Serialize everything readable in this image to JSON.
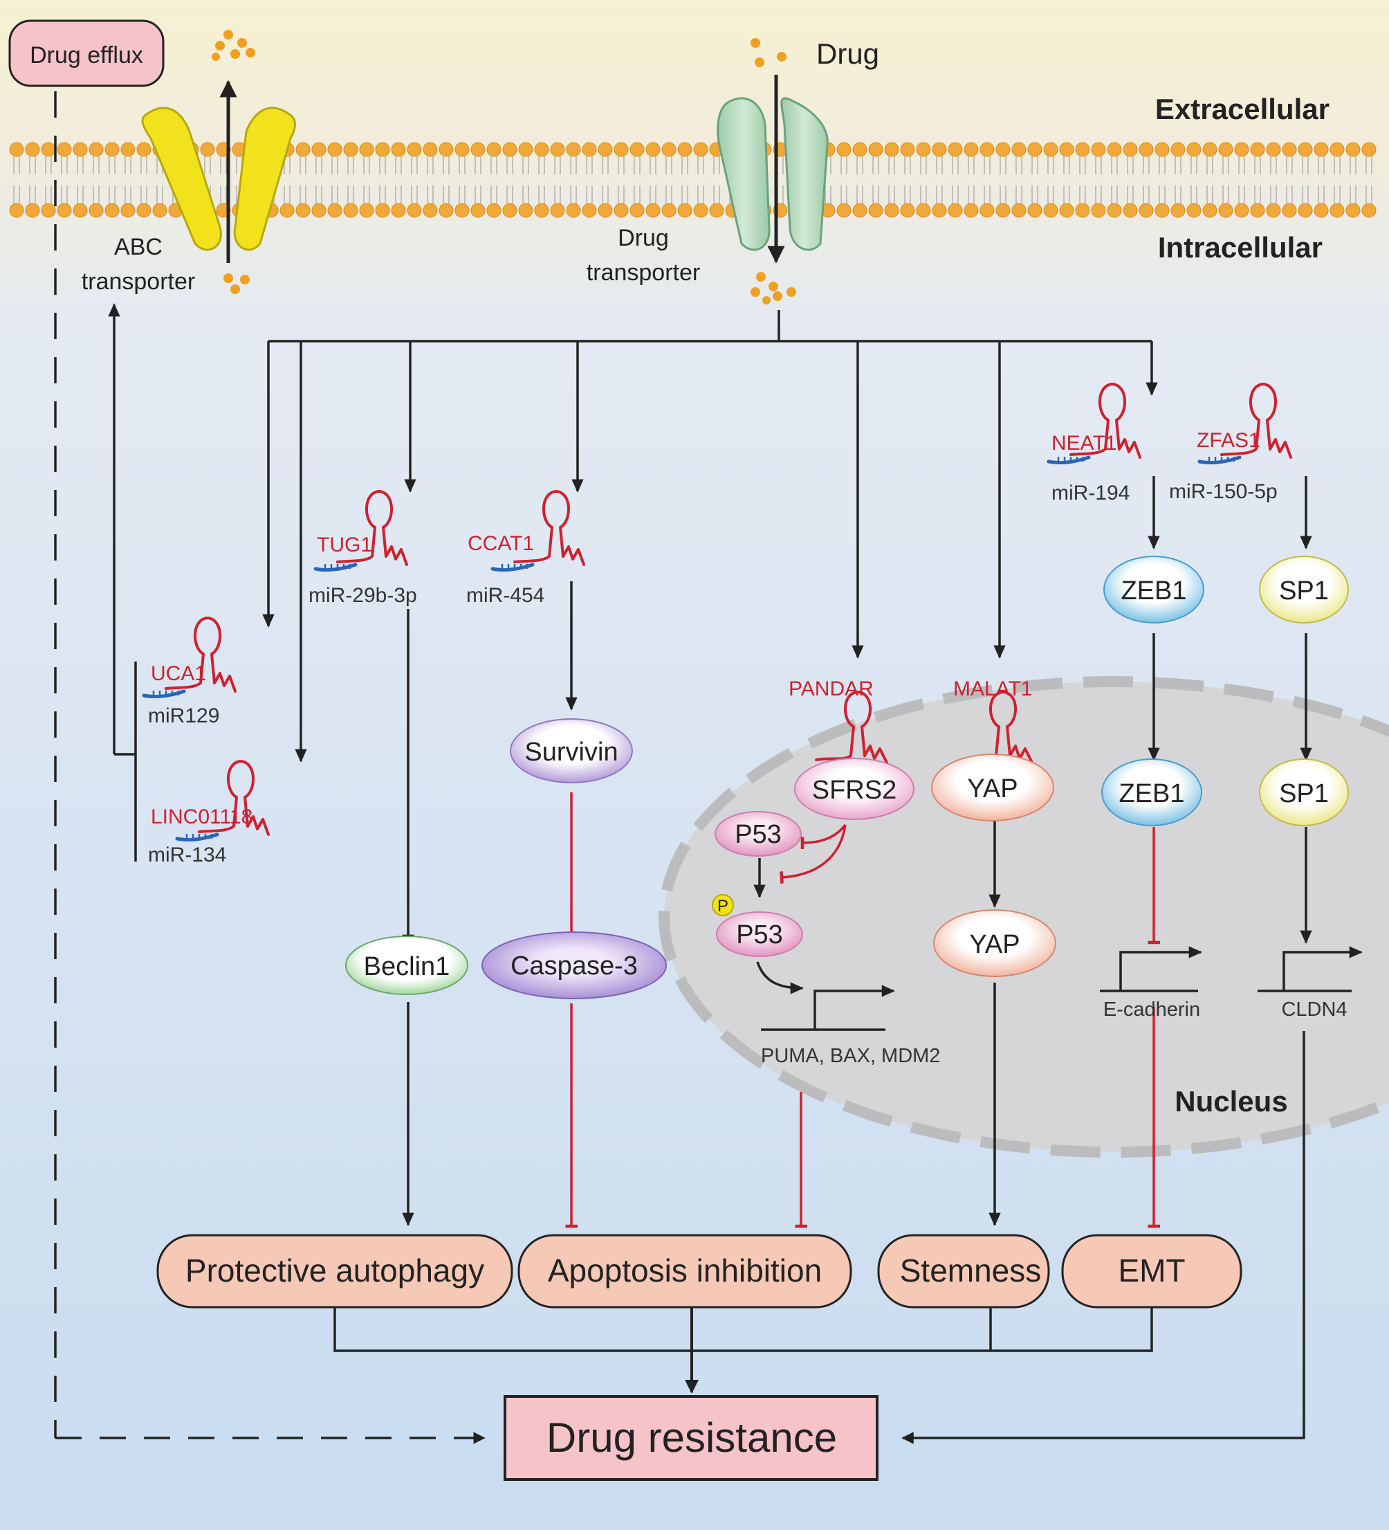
{
  "labels": {
    "drug_efflux": "Drug efflux",
    "drug": "Drug",
    "extracellular": "Extracellular",
    "intracellular": "Intracellular",
    "abc_transporter_1": "ABC",
    "abc_transporter_2": "transporter",
    "drug_transporter_1": "Drug",
    "drug_transporter_2": "transporter",
    "nucleus": "Nucleus"
  },
  "lncrnas": {
    "uca1": "UCA1",
    "linc01118": "LINC01118",
    "tug1": "TUG1",
    "ccat1": "CCAT1",
    "pandar": "PANDAR",
    "malat1": "MALAT1",
    "neat1": "NEAT1",
    "zfas1": "ZFAS1"
  },
  "mirnas": {
    "mir129": "miR129",
    "mir134": "miR-134",
    "mir29b": "miR-29b-3p",
    "mir454": "miR-454",
    "mir194": "miR-194",
    "mir150": "miR-150-5p"
  },
  "proteins": {
    "beclin1": "Beclin1",
    "survivin": "Survivin",
    "caspase3": "Caspase-3",
    "sfrs2": "SFRS2",
    "p53": "P53",
    "p53_phos": "P53",
    "phospho": "P",
    "yap_top": "YAP",
    "yap_bottom": "YAP",
    "zeb1_top": "ZEB1",
    "zeb1_bottom": "ZEB1",
    "sp1_top": "SP1",
    "sp1_bottom": "SP1"
  },
  "genes": {
    "p53_targets": "PUMA, BAX, MDM2",
    "ecadherin": "E-cadherin",
    "cldn4": "CLDN4"
  },
  "outcomes": {
    "protective_autophagy": "Protective autophagy",
    "apoptosis_inhibition": "Apoptosis inhibition",
    "stemness": "Stemness",
    "emt": "EMT"
  },
  "result": "Drug resistance",
  "colors": {
    "background_top": "#f7f0d2",
    "background_bottom": "#c9dcf0",
    "membrane_head": "#f0a838",
    "abc_transporter": "#f2e21c",
    "drug_transporter": "#b9dcc0",
    "drug_particle": "#f0a020",
    "lncrna": "#d0202f",
    "mirna": "#2a65b8",
    "inhibition": "#d0202f",
    "outcome_fill": "#f6c8b6",
    "result_fill": "#f6c3c8",
    "nucleus": "#d6d6d8"
  }
}
